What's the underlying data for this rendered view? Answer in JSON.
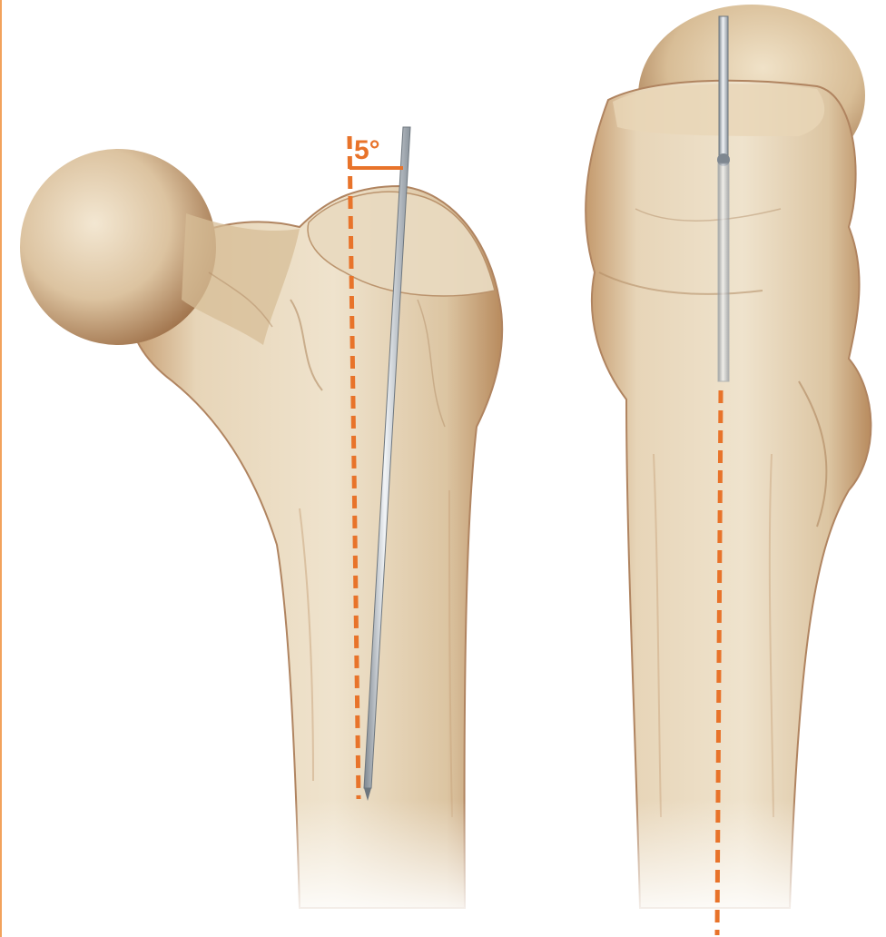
{
  "figure": {
    "angle_label": "5°",
    "angle_degrees": 5,
    "colors": {
      "guide_line": "#e8732a",
      "bone_light": "#f1e6d0",
      "bone_mid": "#dcc6a1",
      "bone_shadow": "#b58a5d",
      "pin_light": "#e9edf2",
      "pin_dark": "#8b949e",
      "frame_edge": "#f2a25c"
    },
    "views": [
      "anterior-posterior-view",
      "lateral-view"
    ]
  }
}
